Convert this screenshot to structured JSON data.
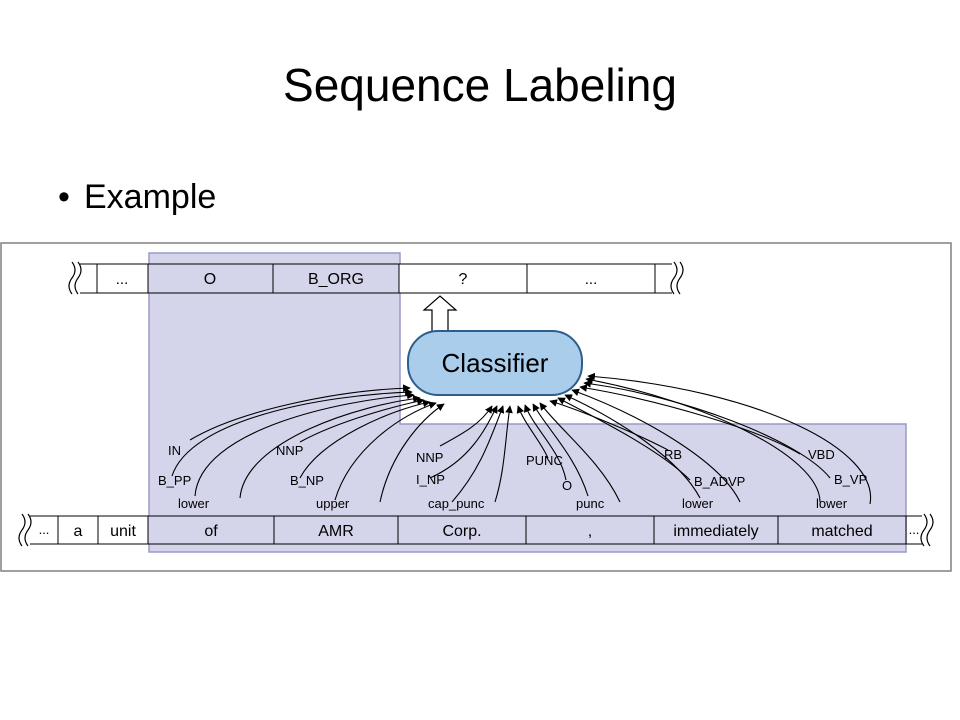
{
  "slide": {
    "title": "Sequence Labeling",
    "bullet": "Example",
    "bullet_symbol": "•"
  },
  "diagram": {
    "output_tags": [
      "...",
      "O",
      "B_ORG",
      "?",
      "..."
    ],
    "input_tokens": [
      "...",
      "a",
      "unit",
      "of",
      "AMR",
      "Corp.",
      ",",
      "immediately",
      "matched",
      "..."
    ],
    "classifier_label": "Classifier",
    "feature_labels": [
      "IN",
      "B_PP",
      "lower",
      "NNP",
      "B_NP",
      "upper",
      "NNP",
      "I_NP",
      "cap_punc",
      "PUNC",
      "O",
      "punc",
      "RB",
      "B_ADVP",
      "lower",
      "VBD",
      "B_VP",
      "lower"
    ],
    "colors": {
      "window_fill": "#d4d4eb",
      "window_stroke": "#9a9acb",
      "classifier_fill": "#a9cdea",
      "classifier_stroke": "#2d5f8c",
      "cell_fill": "#ffffff",
      "line": "#000000"
    }
  }
}
